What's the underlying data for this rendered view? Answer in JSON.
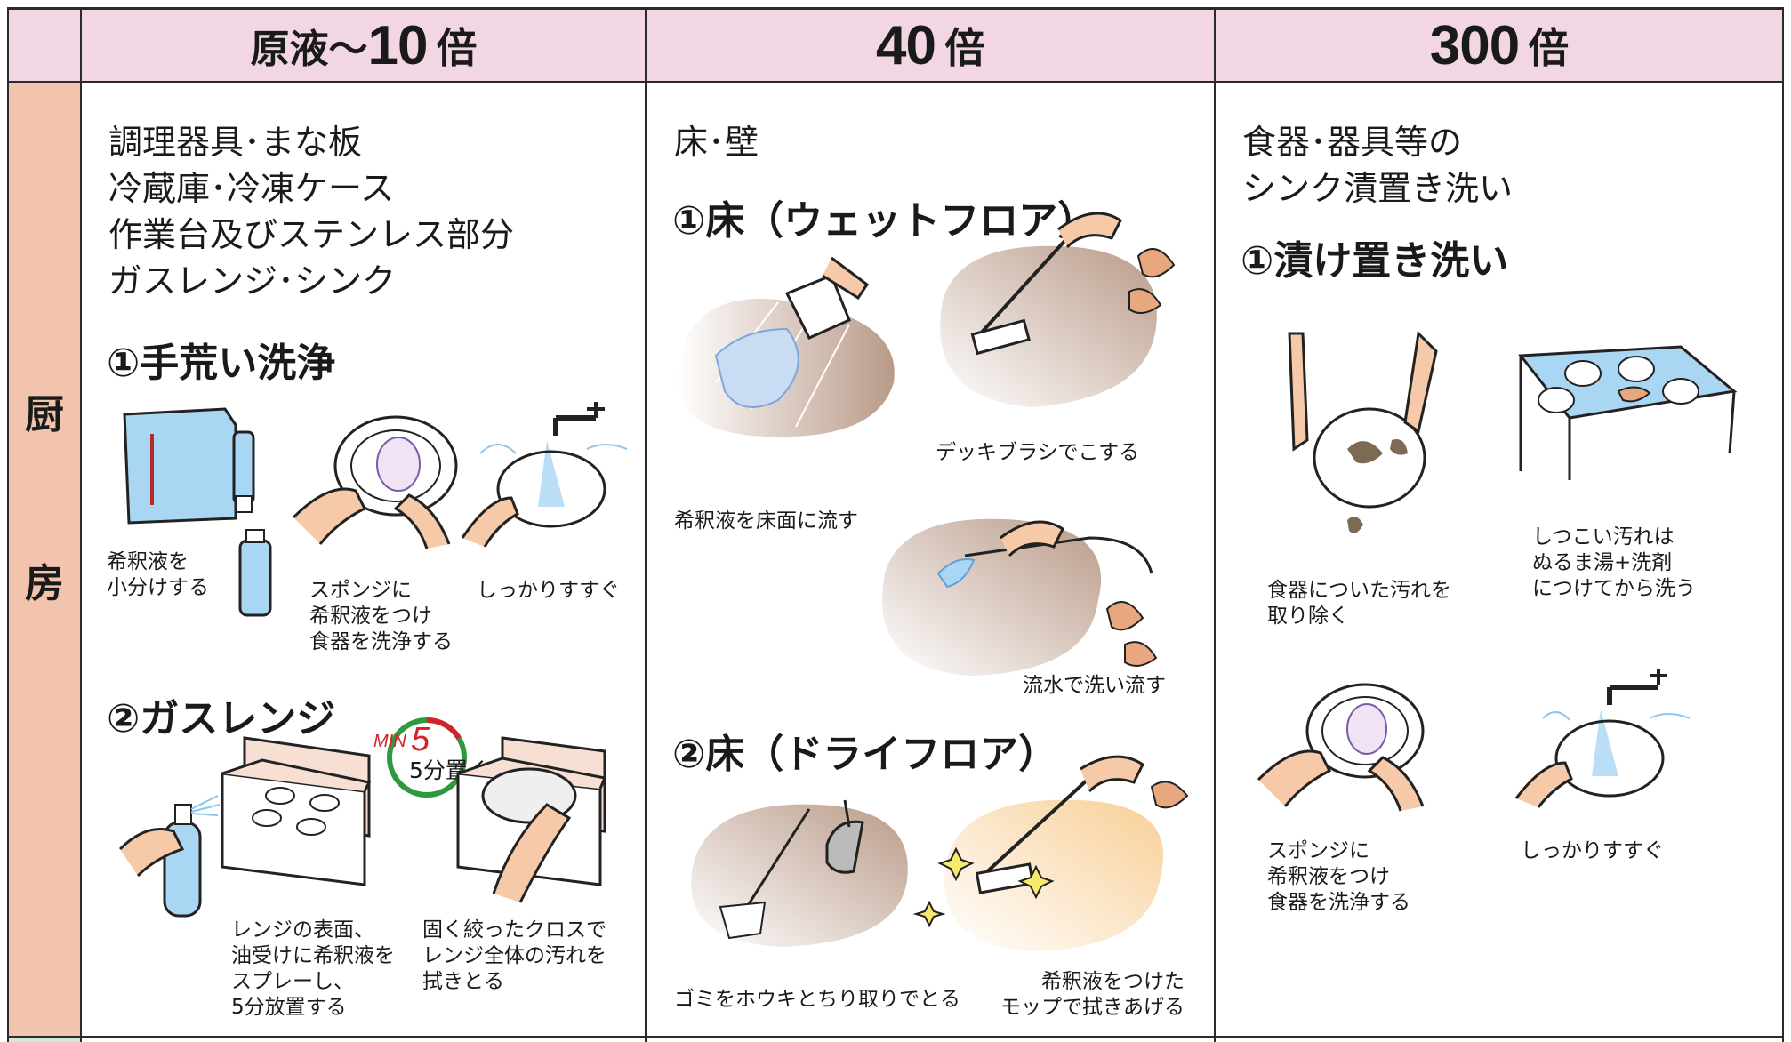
{
  "header": {
    "col1": {
      "prefix": "原液〜",
      "number": "10",
      "unit": "倍"
    },
    "col2": {
      "number": "40",
      "unit": "倍"
    },
    "col3": {
      "number": "300",
      "unit": "倍"
    }
  },
  "side": {
    "char1": "厨",
    "char2": "房"
  },
  "col1": {
    "category": "調理器具･まな板\n冷蔵庫･冷凍ケース\n作業台及びステンレス部分\nガスレンジ･シンク",
    "step1": "①手荒い洗浄",
    "cap_dilute": "希釈液を\n小分けする",
    "cap_sponge": "スポンジに\n希釈液をつけ\n食器を洗浄する",
    "cap_rinse": "しっかりすすぐ",
    "step2": "②ガスレンジ",
    "timer_min": "MIN",
    "timer_num": "5",
    "cap_wait": "5分置く",
    "cap_spray": "レンジの表面、\n油受けに希釈液を\nスプレーし、\n5分放置する",
    "cap_wipe": "固く絞ったクロスで\nレンジ全体の汚れを\n拭きとる"
  },
  "col2": {
    "category": "床･壁",
    "step1": "①床（ウェットフロア）",
    "cap_pour": "希釈液を床面に流す",
    "cap_brush": "デッキブラシでこする",
    "cap_wash": "流水で洗い流す",
    "step2": "②床（ドライフロア）",
    "cap_sweep": "ゴミをホウキとちり取りでとる",
    "cap_mop": "希釈液をつけた\nモップで拭きあげる"
  },
  "col3": {
    "category": "食器･器具等の\nシンク漬置き洗い",
    "step1": "①漬け置き洗い",
    "cap_remove": "食器についた汚れを\n取り除く",
    "cap_soak": "しつこい汚れは\nぬるま湯+洗剤\nにつけてから洗う",
    "cap_sponge": "スポンジに\n希釈液をつけ\n食器を洗浄する",
    "cap_rinse": "しっかりすすぐ"
  },
  "colors": {
    "header_bg": "#f3d6e4",
    "side_bg": "#f3c4ad",
    "timer_green": "#2e9a3e",
    "timer_red": "#d2222a",
    "water_blue": "#a9d6f2",
    "floor_brown": "#b99a88"
  }
}
